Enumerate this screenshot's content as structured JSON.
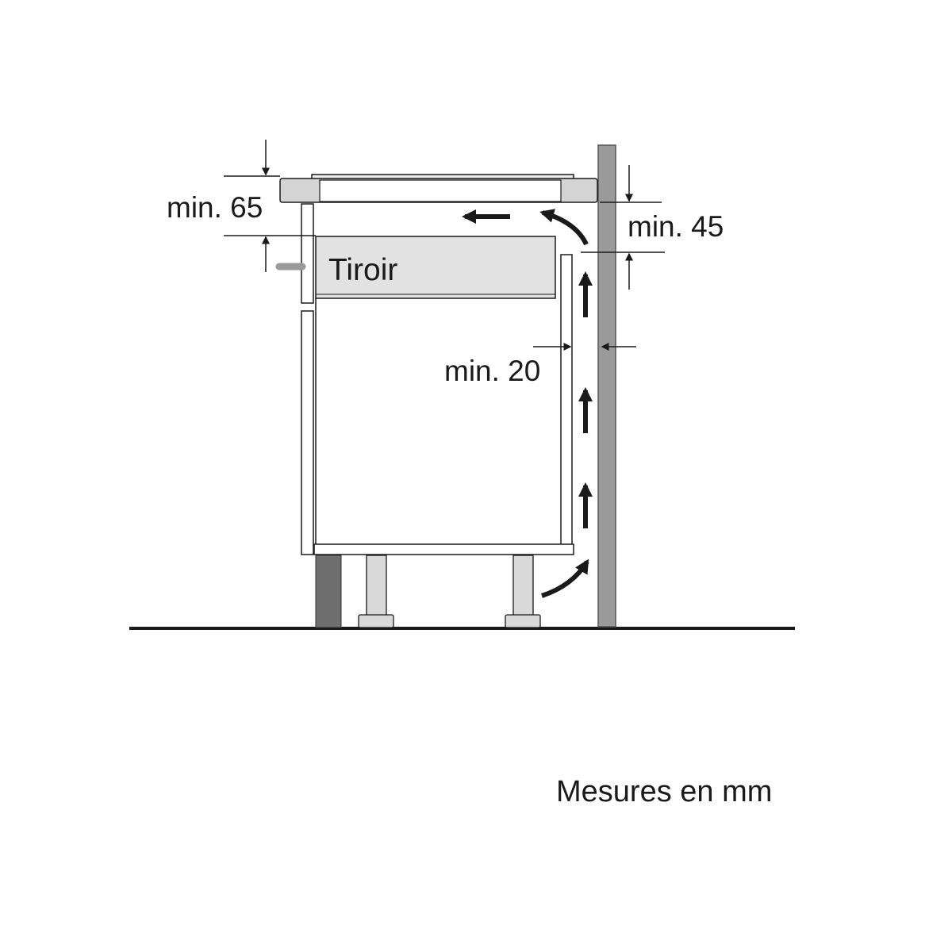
{
  "labels": {
    "min_65": "min. 65",
    "min_45": "min. 45",
    "min_20": "min. 20",
    "drawer": "Tiroir",
    "units_note": "Mesures en mm"
  },
  "colors": {
    "line": "#1a1a1a",
    "wall": "#9a9a9a",
    "drawer_fill": "#e2e2e2",
    "hob_fill": "#d4d4d4",
    "plinth": "#6e6e6e",
    "leg": "#d9d9d9",
    "background": "#ffffff"
  },
  "airflow": {
    "icons": [
      "arrow-up-icon",
      "curved-arrow-icon",
      "arrow-left-icon"
    ]
  }
}
